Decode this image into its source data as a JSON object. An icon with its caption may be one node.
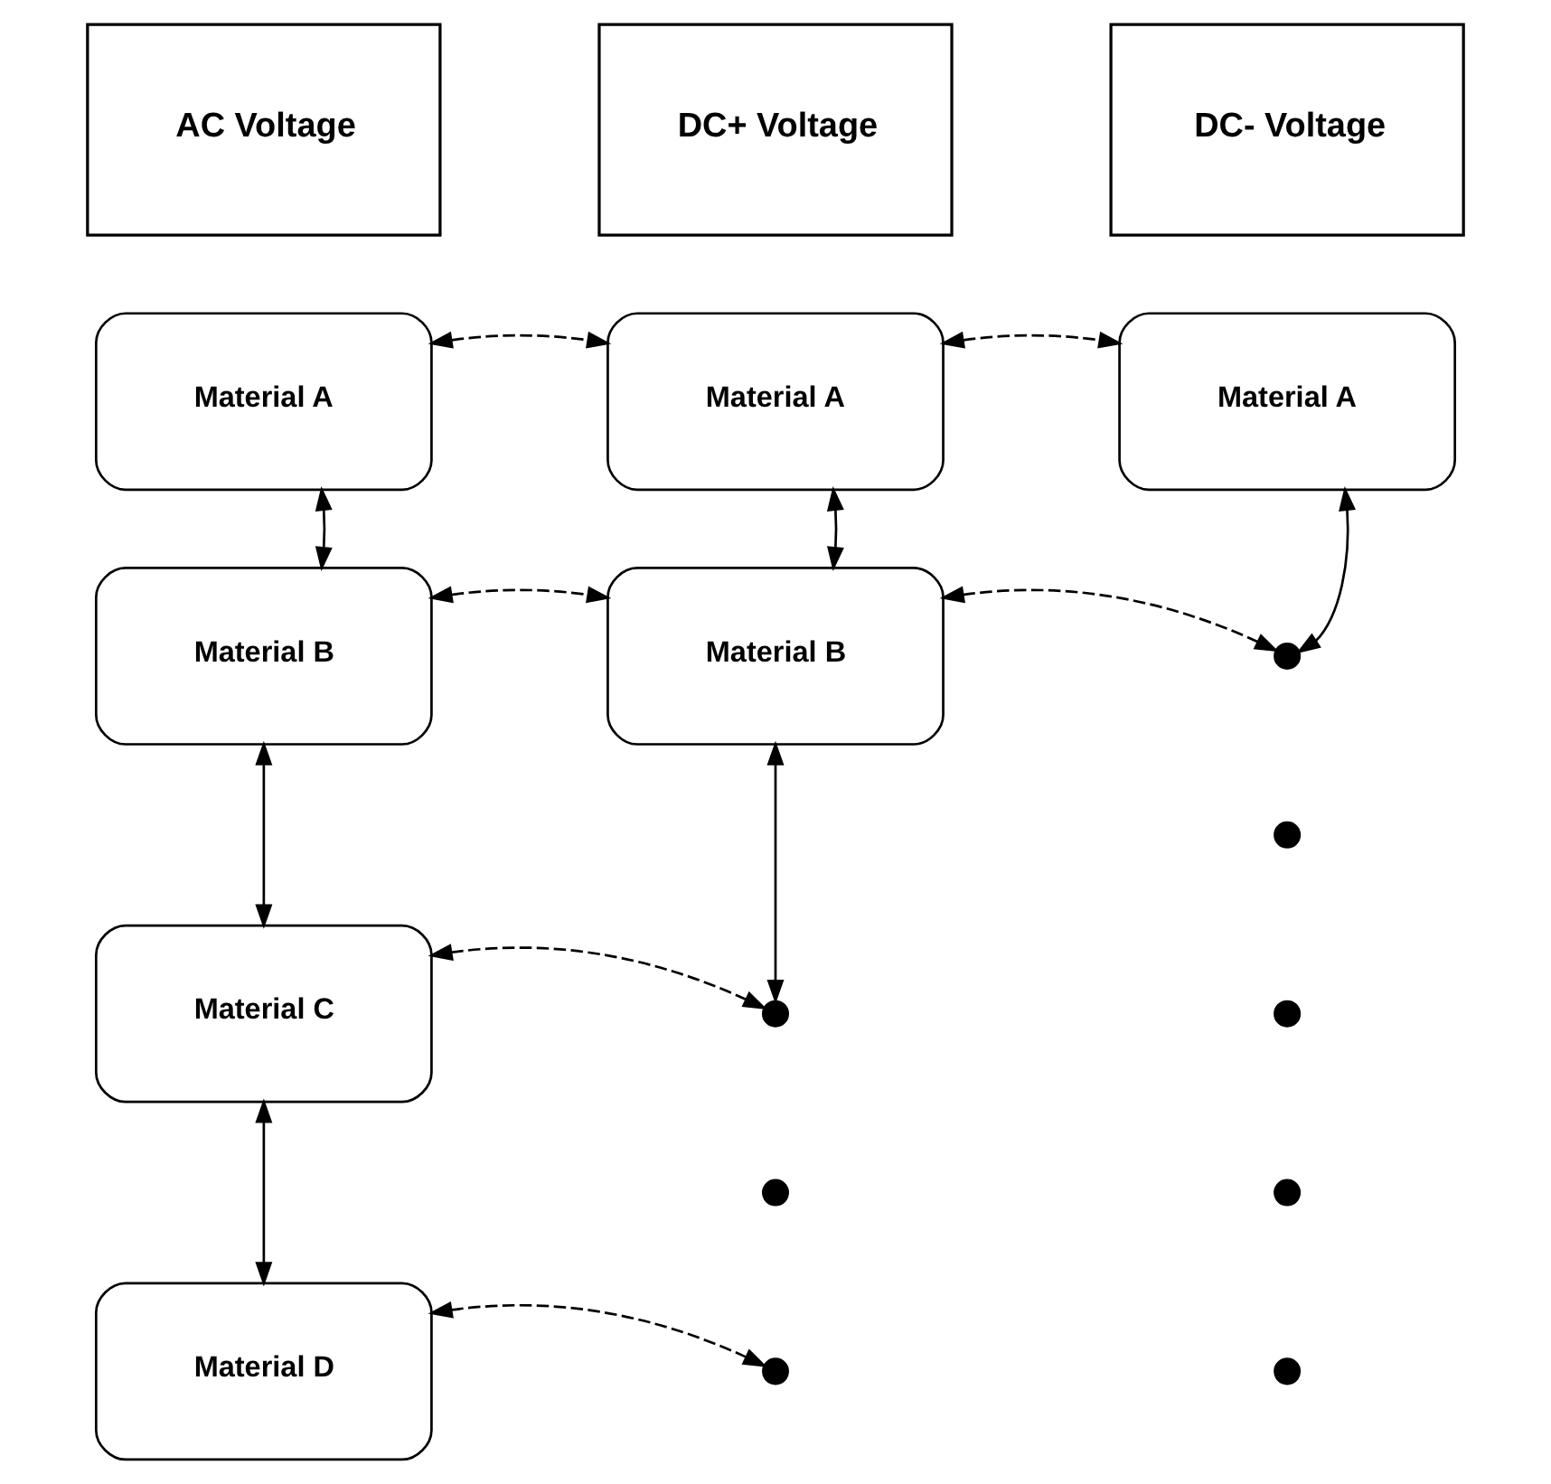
{
  "diagram": {
    "nodes": [
      {
        "text": [
          "AC Voltage"
        ]
      },
      {
        "text": [
          "DC+ Voltage"
        ]
      },
      {
        "text": [
          "DC- Voltage"
        ]
      },
      {
        "text": [
          "Material A"
        ]
      },
      {
        "text": [
          "Material A"
        ]
      },
      {
        "text": [
          "Material A"
        ]
      },
      {
        "text": [
          "Material B"
        ]
      },
      {
        "text": [
          "Material B"
        ]
      },
      {
        "text": [],
        "shape": "circle"
      },
      {
        "text": [],
        "shape": "circle"
      },
      {
        "text": [
          "Material C"
        ]
      },
      {
        "text": [],
        "shape": "circle"
      },
      {
        "text": [],
        "shape": "circle"
      },
      {
        "text": [],
        "shape": "circle"
      },
      {
        "text": [],
        "shape": "circle"
      },
      {
        "text": [
          "Material D"
        ]
      },
      {
        "text": [],
        "shape": "circle"
      },
      {
        "text": [],
        "shape": "circle"
      }
    ],
    "edges": [
      {
        "from": 3,
        "to": 4,
        "arrow": "both",
        "style": "dashed"
      },
      {
        "from": 4,
        "to": 5,
        "arrow": "both",
        "style": "dashed"
      },
      {
        "from": 3,
        "to": 6,
        "arrow": "both"
      },
      {
        "from": 4,
        "to": 7,
        "arrow": "both"
      },
      {
        "from": 5,
        "to": 8,
        "arrow": "both"
      },
      {
        "from": 6,
        "to": 7,
        "arrow": "both",
        "style": "dashed"
      },
      {
        "from": 7,
        "to": 8,
        "arrow": "both",
        "style": "dashed"
      },
      {
        "from": 6,
        "to": 10,
        "arrow": "both"
      },
      {
        "from": 7,
        "to": 11,
        "arrow": "both"
      },
      {
        "from": 10,
        "to": 11,
        "arrow": "both",
        "style": "dashed"
      },
      {
        "from": 10,
        "to": 15,
        "arrow": "both"
      },
      {
        "from": 15,
        "to": 16,
        "arrow": "both",
        "style": "dashed"
      }
    ]
  }
}
